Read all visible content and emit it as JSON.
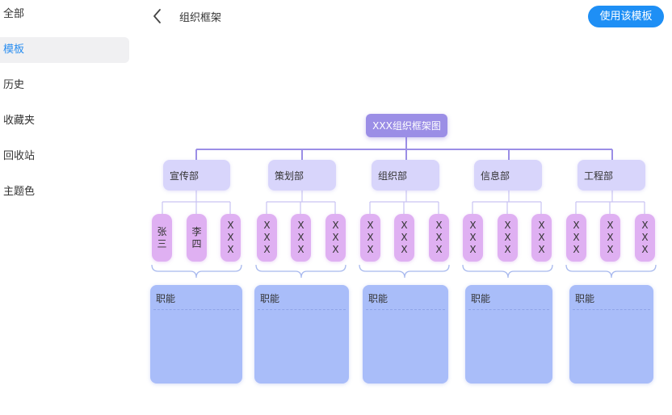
{
  "sidebar": {
    "items": [
      {
        "label": "全部"
      },
      {
        "label": "模板"
      },
      {
        "label": "历史"
      },
      {
        "label": "收藏夹"
      },
      {
        "label": "回收站"
      },
      {
        "label": "主题色"
      }
    ],
    "active_index": 1
  },
  "header": {
    "title": "组织框架",
    "use_button_label": "使用该模板"
  },
  "org_chart": {
    "root": "XXX组织框架图",
    "departments": [
      {
        "name": "宣传部",
        "members": [
          "张\n三",
          "李\n四",
          "X\nX\nX"
        ],
        "duty_label": "职能"
      },
      {
        "name": "策划部",
        "members": [
          "X\nX\nX",
          "X\nX\nX",
          "X\nX\nX"
        ],
        "duty_label": "职能"
      },
      {
        "name": "组织部",
        "members": [
          "X\nX\nX",
          "X\nX\nX",
          "X\nX\nX"
        ],
        "duty_label": "职能"
      },
      {
        "name": "信息部",
        "members": [
          "X\nX\nX",
          "X\nX\nX",
          "X\nX\nX"
        ],
        "duty_label": "职能"
      },
      {
        "name": "工程部",
        "members": [
          "X\nX\nX",
          "X\nX\nX",
          "X\nX\nX"
        ],
        "duty_label": "职能"
      }
    ]
  },
  "colors": {
    "accent": "#1e8ff5",
    "root_node": "#9b8ee6",
    "dept_node": "#d8d5fb",
    "member_node": "#dfb0f2",
    "duty_box": "#a9bdf9",
    "connector": "#9b8ee6"
  },
  "icons": {
    "back": "chevron-left-icon"
  }
}
